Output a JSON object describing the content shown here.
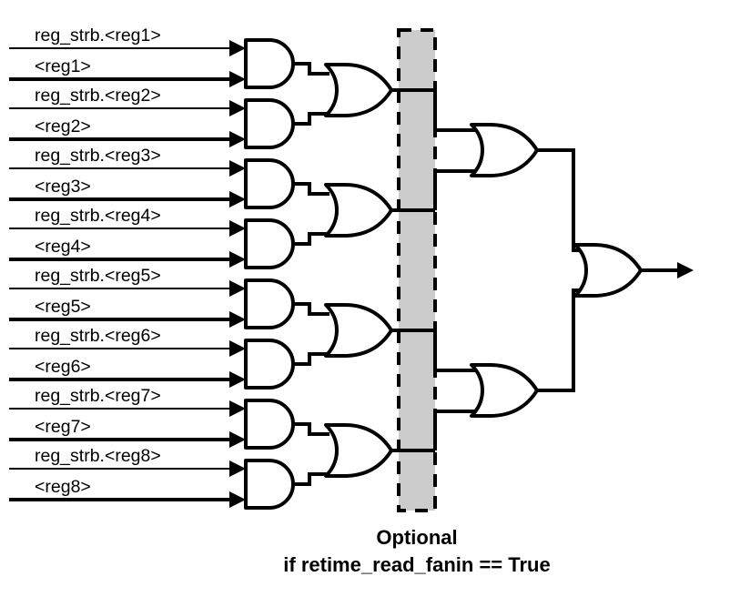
{
  "diagram": {
    "title": "Register read fanin logic",
    "background_color": "#ffffff",
    "line_color": "#000000",
    "optional_box_fill": "#cccccc"
  },
  "inputs": [
    {
      "strobe_label": "reg_strb.<reg1>",
      "data_label": "<reg1>"
    },
    {
      "strobe_label": "reg_strb.<reg2>",
      "data_label": "<reg2>"
    },
    {
      "strobe_label": "reg_strb.<reg3>",
      "data_label": "<reg3>"
    },
    {
      "strobe_label": "reg_strb.<reg4>",
      "data_label": "<reg4>"
    },
    {
      "strobe_label": "reg_strb.<reg5>",
      "data_label": "<reg5>"
    },
    {
      "strobe_label": "reg_strb.<reg6>",
      "data_label": "<reg6>"
    },
    {
      "strobe_label": "reg_strb.<reg7>",
      "data_label": "<reg7>"
    },
    {
      "strobe_label": "reg_strb.<reg8>",
      "data_label": "<reg8>"
    }
  ],
  "gates": {
    "and_count": 8,
    "or_stage1_count": 4,
    "or_stage2_count": 2,
    "or_stage3_count": 1,
    "and_name": "AND",
    "or_name": "OR"
  },
  "optional_region": {
    "caption_line1": "Optional",
    "caption_line2": "if retime_read_fanin == True"
  },
  "output": {
    "label": ""
  }
}
